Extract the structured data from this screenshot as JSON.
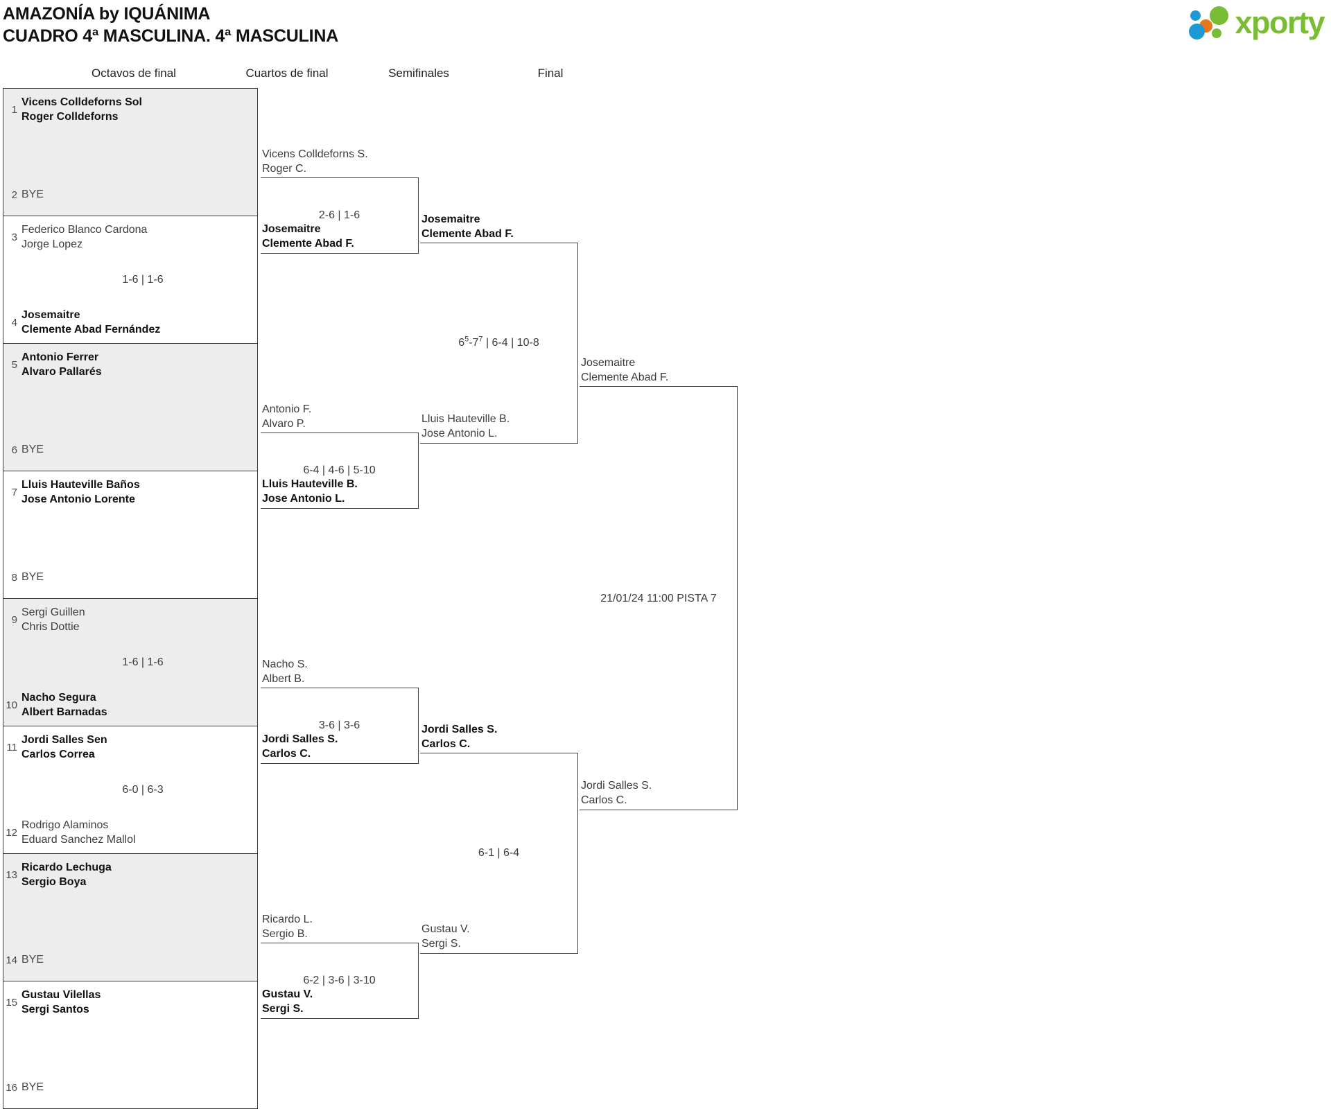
{
  "header": {
    "title_line1": "AMAZONÍA by IQUÁNIMA",
    "title_line2": "CUADRO 4ª MASCULINA. 4ª MASCULINA",
    "brand": "xporty"
  },
  "rounds": [
    {
      "label": "Octavos de final"
    },
    {
      "label": "Cuartos de final"
    },
    {
      "label": "Semifinales"
    },
    {
      "label": "Final"
    }
  ],
  "round1": {
    "matches": [
      {
        "shaded": true,
        "top": {
          "seed": "1",
          "p1": "Vicens Colldeforns Sol",
          "p2": "Roger Colldeforns",
          "winner": true
        },
        "bottom": {
          "seed": "2",
          "bye": "BYE"
        },
        "score": ""
      },
      {
        "shaded": false,
        "top": {
          "seed": "3",
          "p1": "Federico Blanco Cardona",
          "p2": "Jorge Lopez",
          "winner": false
        },
        "bottom": {
          "seed": "4",
          "p1": "Josemaitre",
          "p2": "Clemente Abad Fernández",
          "winner": true
        },
        "score": "1-6 | 1-6"
      },
      {
        "shaded": true,
        "top": {
          "seed": "5",
          "p1": "Antonio Ferrer",
          "p2": "Alvaro Pallarés",
          "winner": true
        },
        "bottom": {
          "seed": "6",
          "bye": "BYE"
        },
        "score": ""
      },
      {
        "shaded": false,
        "top": {
          "seed": "7",
          "p1": "Lluis Hauteville Baños",
          "p2": "Jose Antonio Lorente",
          "winner": true
        },
        "bottom": {
          "seed": "8",
          "bye": "BYE"
        },
        "score": ""
      },
      {
        "shaded": true,
        "top": {
          "seed": "9",
          "p1": "Sergi Guillen",
          "p2": "Chris Dottie",
          "winner": false
        },
        "bottom": {
          "seed": "10",
          "p1": "Nacho Segura",
          "p2": "Albert Barnadas",
          "winner": true
        },
        "score": "1-6 | 1-6"
      },
      {
        "shaded": false,
        "top": {
          "seed": "11",
          "p1": "Jordi Salles Sen",
          "p2": "Carlos Correa",
          "winner": true
        },
        "bottom": {
          "seed": "12",
          "p1": "Rodrigo Alaminos",
          "p2": "Eduard Sanchez Mallol",
          "winner": false
        },
        "score": "6-0 | 6-3"
      },
      {
        "shaded": true,
        "top": {
          "seed": "13",
          "p1": "Ricardo Lechuga",
          "p2": "Sergio Boya",
          "winner": true
        },
        "bottom": {
          "seed": "14",
          "bye": "BYE"
        },
        "score": ""
      },
      {
        "shaded": false,
        "top": {
          "seed": "15",
          "p1": "Gustau Vilellas",
          "p2": "Sergi Santos",
          "winner": true
        },
        "bottom": {
          "seed": "16",
          "bye": "BYE"
        },
        "score": ""
      }
    ]
  },
  "round2": {
    "matches": [
      {
        "top": {
          "p1": "Vicens Colldeforns S.",
          "p2": "Roger C.",
          "winner": false
        },
        "bottom": {
          "p1": "Josemaitre",
          "p2": "Clemente Abad F.",
          "winner": true
        },
        "score": "2-6 | 1-6"
      },
      {
        "top": {
          "p1": "Antonio F.",
          "p2": "Alvaro P.",
          "winner": false
        },
        "bottom": {
          "p1": "Lluis Hauteville B.",
          "p2": "Jose Antonio L.",
          "winner": true
        },
        "score": "6-4 | 4-6 | 5-10"
      },
      {
        "top": {
          "p1": "Nacho S.",
          "p2": "Albert B.",
          "winner": false
        },
        "bottom": {
          "p1": "Jordi Salles S.",
          "p2": "Carlos C.",
          "winner": true
        },
        "score": "3-6 | 3-6"
      },
      {
        "top": {
          "p1": "Ricardo L.",
          "p2": "Sergio B.",
          "winner": false
        },
        "bottom": {
          "p1": "Gustau V.",
          "p2": "Sergi S.",
          "winner": true
        },
        "score": "6-2 | 3-6 | 3-10"
      }
    ]
  },
  "round3": {
    "matches": [
      {
        "top": {
          "p1": "Josemaitre",
          "p2": "Clemente Abad F.",
          "winner": true
        },
        "bottom": {
          "p1": "Lluis Hauteville B.",
          "p2": "Jose Antonio L.",
          "winner": false
        },
        "score_html": "6<sup>5</sup>-7<sup>7</sup> | 6-4 | 10-8",
        "score_text": "6(5)-7(7) | 6-4 | 10-8"
      },
      {
        "top": {
          "p1": "Jordi Salles S.",
          "p2": "Carlos C.",
          "winner": true
        },
        "bottom": {
          "p1": "Gustau V.",
          "p2": "Sergi S.",
          "winner": false
        },
        "score_html": "6-1 | 6-4",
        "score_text": "6-1 | 6-4"
      }
    ]
  },
  "round4": {
    "match": {
      "top": {
        "p1": "Josemaitre",
        "p2": "Clemente Abad F.",
        "winner": false
      },
      "bottom": {
        "p1": "Jordi Salles S.",
        "p2": "Carlos C.",
        "winner": false
      },
      "meta": "21/01/24 11:00 PISTA 7"
    }
  }
}
